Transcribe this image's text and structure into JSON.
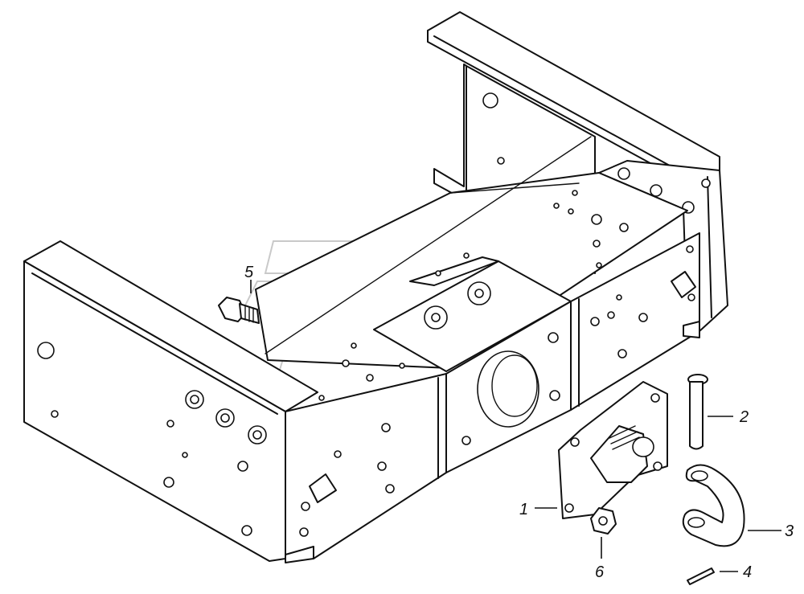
{
  "diagram": {
    "callouts": [
      {
        "id": "1",
        "label": "1",
        "part": "hitch-body"
      },
      {
        "id": "2",
        "label": "2",
        "part": "pin"
      },
      {
        "id": "3",
        "label": "3",
        "part": "shackle"
      },
      {
        "id": "4",
        "label": "4",
        "part": "cotter-pin"
      },
      {
        "id": "5",
        "label": "5",
        "part": "bolt"
      },
      {
        "id": "6",
        "label": "6",
        "part": "nut"
      }
    ]
  }
}
